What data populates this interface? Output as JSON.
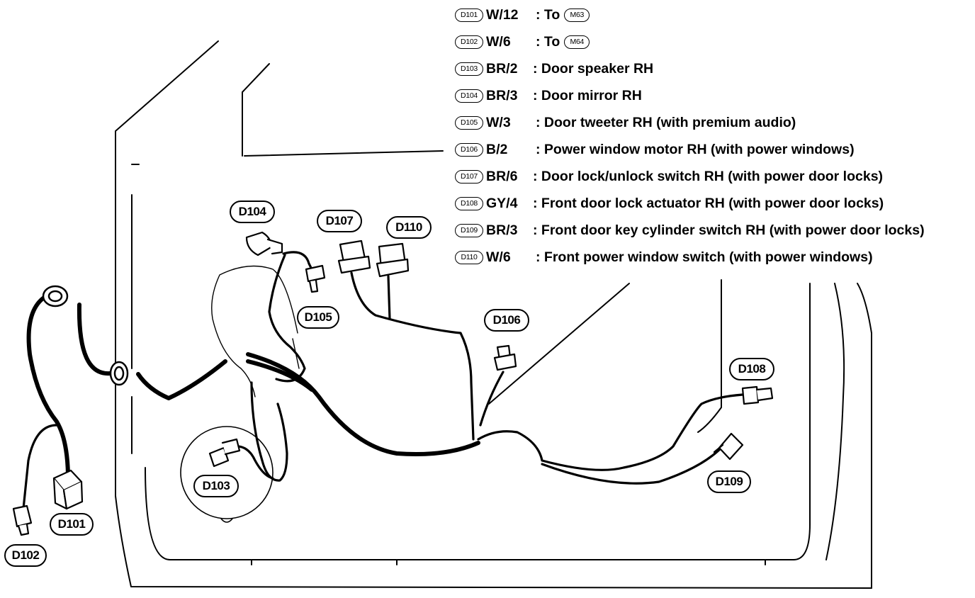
{
  "legend": [
    {
      "id": "D101",
      "code": "W/12",
      "desc": ": To",
      "ref": "M63"
    },
    {
      "id": "D102",
      "code": "W/6",
      "desc": ": To",
      "ref": "M64"
    },
    {
      "id": "D103",
      "code": "BR/2",
      "desc": ": Door speaker RH"
    },
    {
      "id": "D104",
      "code": "BR/3",
      "desc": ": Door mirror RH"
    },
    {
      "id": "D105",
      "code": "W/3",
      "desc": ": Door tweeter RH (with premium audio)"
    },
    {
      "id": "D106",
      "code": "B/2",
      "desc": ": Power window motor RH (with power windows)"
    },
    {
      "id": "D107",
      "code": "BR/6",
      "desc": ": Door lock/unlock switch RH (with power door locks)"
    },
    {
      "id": "D108",
      "code": "GY/4",
      "desc": ": Front door lock actuator RH (with power door locks)"
    },
    {
      "id": "D109",
      "code": "BR/3",
      "desc": ": Front door key cylinder switch RH (with power door locks)"
    },
    {
      "id": "D110",
      "code": "W/6",
      "desc": ": Front power window switch (with power windows)"
    }
  ],
  "labels": {
    "D101": "D101",
    "D102": "D102",
    "D103": "D103",
    "D104": "D104",
    "D105": "D105",
    "D106": "D106",
    "D107": "D107",
    "D108": "D108",
    "D109": "D109",
    "D110": "D110"
  }
}
